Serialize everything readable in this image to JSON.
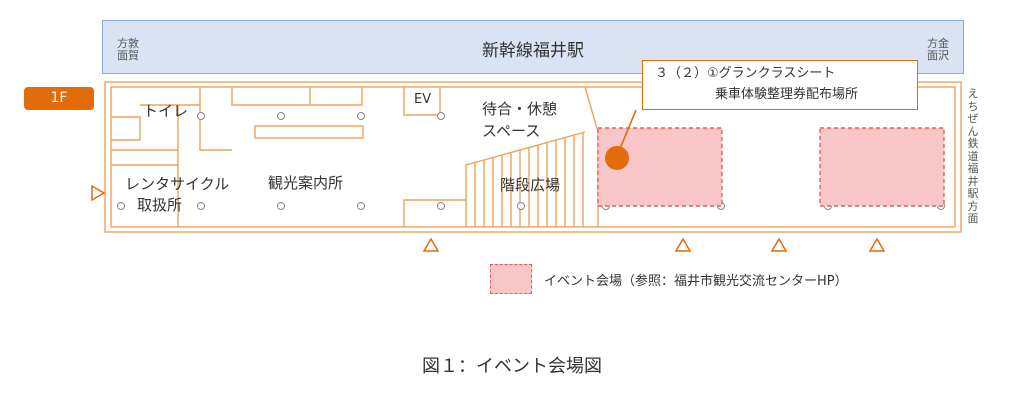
{
  "station": {
    "name": "新幹線福井駅",
    "left_direction": [
      "方敦",
      "面賀"
    ],
    "right_direction": [
      "方金",
      "面沢"
    ]
  },
  "floor": "1F",
  "right_direction_vertical": "えちぜん鉄道福井駅方面",
  "rooms": {
    "toilet": "トイレ",
    "ev": "EV",
    "waiting": [
      "待合・休憩",
      "スペース"
    ],
    "rental": [
      "レンタサイクル",
      "取扱所"
    ],
    "tourist_info": "観光案内所",
    "stairs": "階段広場"
  },
  "callout": {
    "line1": "３（２）①グランクラスシート",
    "line2": "乗車体験整理券配布場所"
  },
  "legend": {
    "label": "イベント会場（参照：福井市観光交流センターHP）",
    "swatch_fill": "#f8c6c6",
    "swatch_border": "#e06060"
  },
  "caption": "図１：イベント会場図",
  "colors": {
    "accent": "#e36c0a",
    "plan_line": "#f0a15a",
    "station_fill": "#dae3f3",
    "station_border": "#8ea9db"
  }
}
